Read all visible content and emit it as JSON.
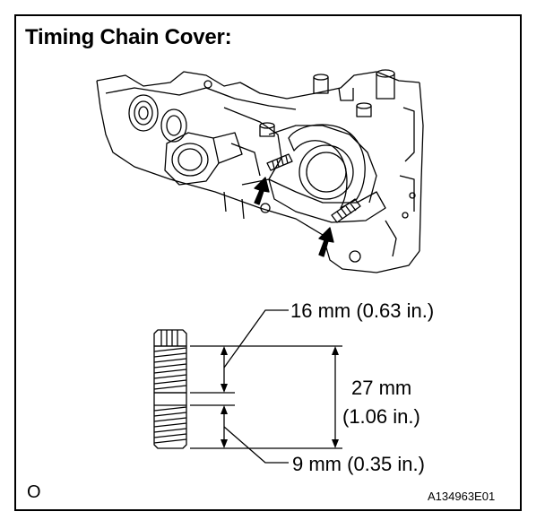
{
  "title": "Timing Chain Cover:",
  "dimensions": {
    "short_section": "16 mm (0.63 in.)",
    "total_length_mm": "27 mm",
    "total_length_in": "(1.06 in.)",
    "long_section": "9 mm (0.35 in.)"
  },
  "corner_mark": "O",
  "figure_code": "A134963E01",
  "colors": {
    "line": "#000000",
    "background": "#ffffff"
  }
}
